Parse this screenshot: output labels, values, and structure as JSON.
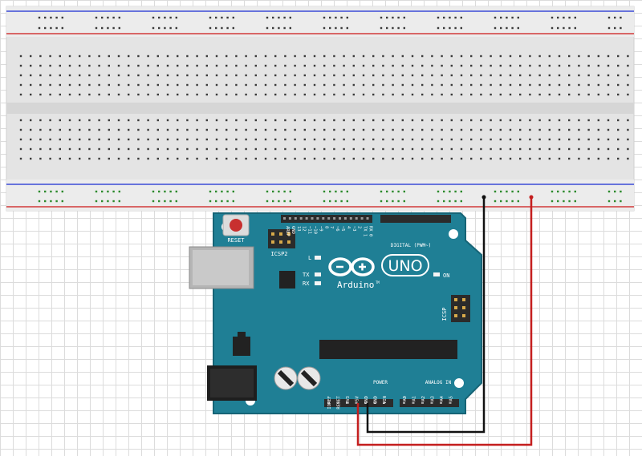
{
  "colors": {
    "breadboard": "#e4e4e4",
    "breadboard_hole": "#3a3a3a",
    "green_hole": "#2c8a2c",
    "rail_blue": "#3b4bd6",
    "rail_red": "#d23a3a",
    "board": "#1f7f95",
    "board_dark": "#166476",
    "header": "#2b2b2b",
    "wire_black": "#111111",
    "wire_red": "#c41e1e"
  },
  "arduino": {
    "reset": "RESET",
    "icsp2": "ICSP2",
    "icsp": "ICSP",
    "brand": "Arduino",
    "model": "UNO",
    "tm": "TM",
    "led_l": "L",
    "led_tx": "TX",
    "led_rx": "RX",
    "led_on": "ON",
    "digital_label": "DIGITAL (PWM~)",
    "power_label": "POWER",
    "analog_label": "ANALOG IN",
    "digital_pins": [
      "AREF",
      "GND",
      "13",
      "12",
      "~11",
      "~10",
      "~9",
      "8",
      "7",
      "~6",
      "~5",
      "4",
      "~3",
      "2",
      "TX 1",
      "RX 0"
    ],
    "power_pins": [
      "IOREF",
      "RESET",
      "3V3",
      "5V",
      "GND",
      "GND",
      "VIN"
    ],
    "analog_pins": [
      "A0",
      "A1",
      "A2",
      "A3",
      "A4",
      "A5"
    ]
  },
  "wires": [
    {
      "name": "black-wire",
      "color": "black",
      "from": "GND",
      "to": "breadboard rail"
    },
    {
      "name": "red-wire",
      "color": "red",
      "from": "5V",
      "to": "breadboard rail"
    }
  ]
}
